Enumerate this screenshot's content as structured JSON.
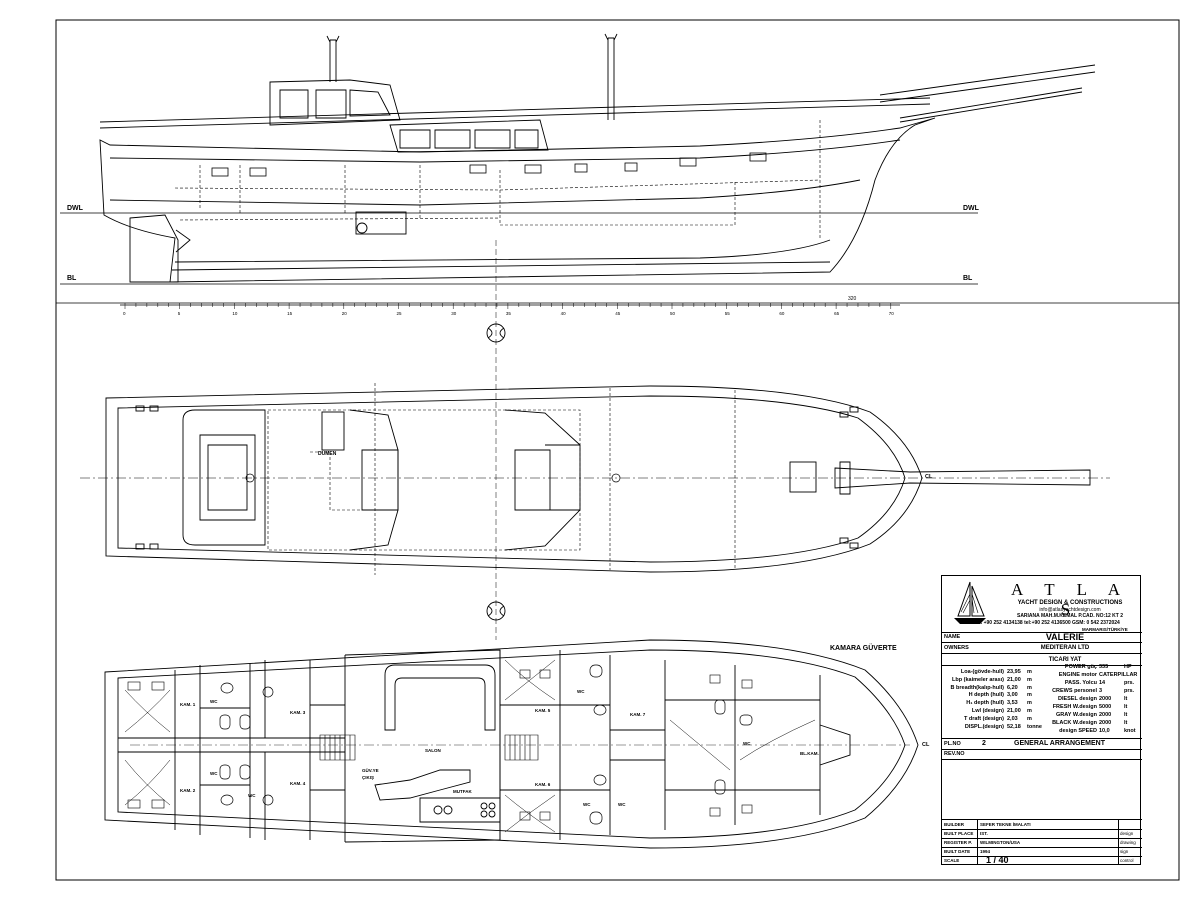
{
  "profile": {
    "dwl_label": "DWL",
    "bl_label": "BL",
    "scale_ticks": [
      "0",
      "5",
      "10",
      "15",
      "20",
      "25",
      "30",
      "35",
      "40",
      "45",
      "50",
      "55",
      "60",
      "65",
      "70"
    ],
    "scale_end_label": "320"
  },
  "deck": {
    "dumen_label": "DÜMEN",
    "cl_label": "CL"
  },
  "cabin_deck": {
    "title": "KAMARA GÜVERTE",
    "rooms": {
      "kam1": "KAM. 1",
      "kam2": "KAM. 2",
      "kam3": "KAM. 3",
      "kam4": "KAM. 4",
      "kam5": "KAM. 5",
      "kam6": "KAM. 6",
      "kam7": "KAM. 7",
      "wc": "WC",
      "salon": "SALON",
      "mutfak": "MUTFAK",
      "guverte": "GÜV.YE",
      "cikis": "ÇIKIŞ",
      "blkam": "BL.KAM."
    },
    "cl_label": "CL"
  },
  "title_block": {
    "brand": "A T L A S",
    "tagline": "YACHT DESIGN & CONSTRUCTIONS",
    "email": "info@atlasyachtdesign.com",
    "address": "SARIANA MAH.M.KEMAL P.CAD. NO:12 KT 2",
    "phones": "tel& fax +90 252 4134138 tel:+90 252 4136500 GSM: 0 542 2372024",
    "city": "MARMARIS/TÜRKİYE",
    "name_label": "NAME",
    "name_value": "VALERIE",
    "owners_label": "OWNERS",
    "owners_value": "MEDITERAN LTD",
    "type_value": "TICARI YAT",
    "specs_left": [
      {
        "label": "Loa-(gövde-hull)",
        "value": "23,95",
        "unit": "m"
      },
      {
        "label": "Lbp (kaimeler arası)",
        "value": "21,00",
        "unit": "m"
      },
      {
        "label": "B breadth(kalıp-hull)",
        "value": "6,20",
        "unit": "m"
      },
      {
        "label": "H depth (hull)",
        "value": "3,00",
        "unit": "m"
      },
      {
        "label": "H₁ depth (hull)",
        "value": "3,53",
        "unit": "m"
      },
      {
        "label": "Lwl (design)",
        "value": "21,00",
        "unit": "m"
      },
      {
        "label": "T draft (design)",
        "value": "2,03",
        "unit": "m"
      },
      {
        "label": "DISPL.(design)",
        "value": "52,18",
        "unit": "tonne"
      }
    ],
    "specs_right": [
      {
        "label": "POWER güç",
        "value": "335",
        "unit": "HP"
      },
      {
        "label": "ENGINE motor",
        "value": "CATERPILLAR",
        "unit": ""
      },
      {
        "label": "PASS. Yolcu",
        "value": "14",
        "unit": "prs."
      },
      {
        "label": "CREWS personel",
        "value": "3",
        "unit": "prs."
      },
      {
        "label": "DIESEL design",
        "value": "2000",
        "unit": "lt"
      },
      {
        "label": "FRESH W.design",
        "value": "5000",
        "unit": "lt"
      },
      {
        "label": "GRAY W.design",
        "value": "2000",
        "unit": "lt"
      },
      {
        "label": "BLACK W.design",
        "value": "2000",
        "unit": "lt"
      },
      {
        "label": "design SPEED",
        "value": "10,0",
        "unit": "knot"
      }
    ],
    "plno_label": "PL.NO",
    "plno_value": "2",
    "plan_title": "GENERAL ARRANGEMENT",
    "revno_label": "REV.NO",
    "builder_label": "BUILDER",
    "builder_value": "SEFER TEKNE İMALATI",
    "builtplace_label": "BUILT PLACE",
    "builtplace_value": "IST.",
    "register_label": "REGISTER P.",
    "register_value": "WILMINGTON/USA",
    "builtdate_label": "BUILT DATE",
    "builtdate_value": "1994",
    "scale_label": "SCALE",
    "scale_value": "1 /  40",
    "design_label": "design",
    "drawing_label": "drawing",
    "sign_label": "sign",
    "control_label": "control"
  }
}
